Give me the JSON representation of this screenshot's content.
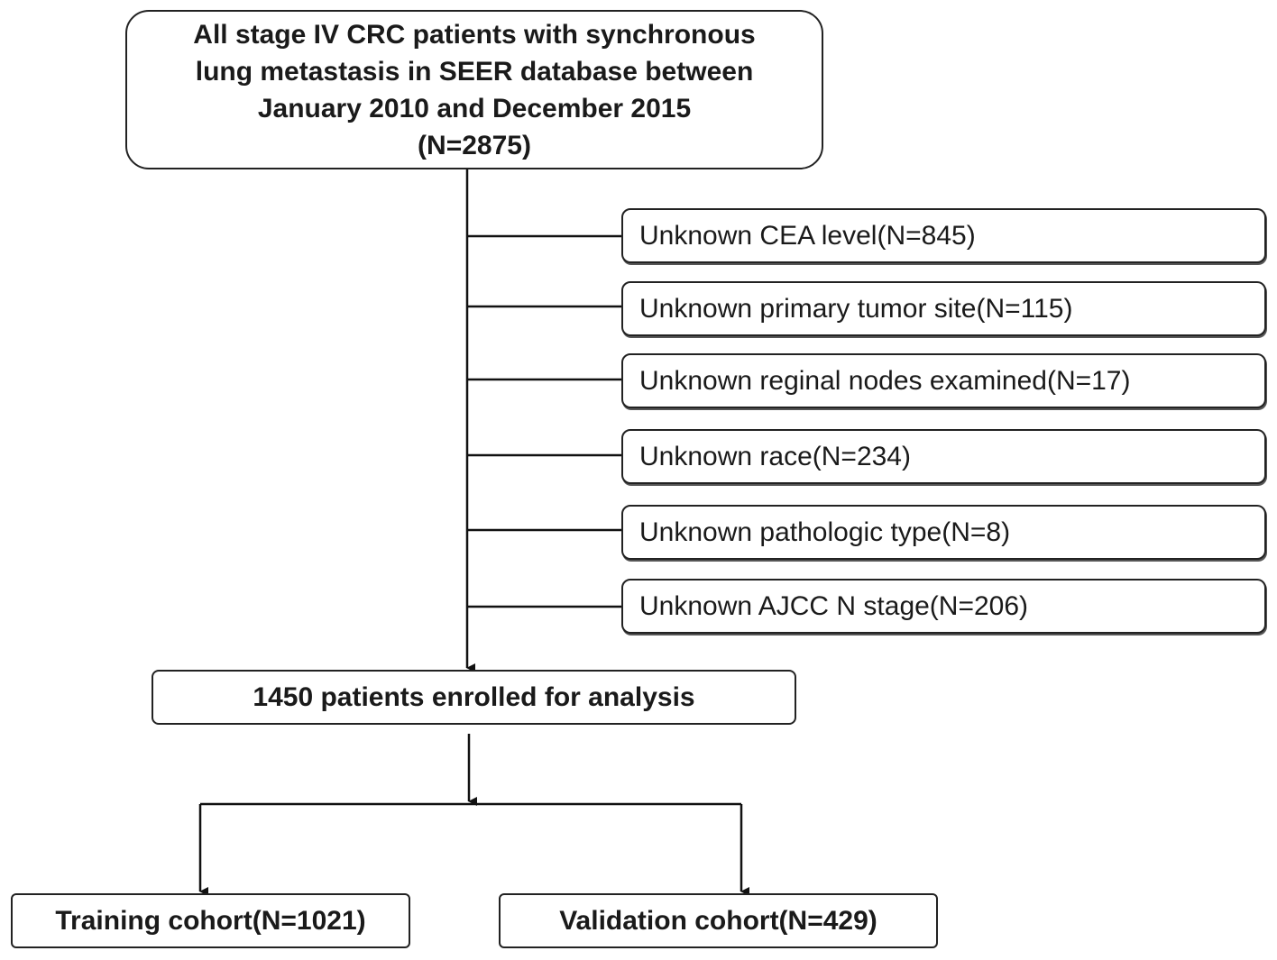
{
  "top_box": {
    "line1": "All stage IV CRC patients with synchronous",
    "line2": "lung metastasis in SEER database between",
    "line3": "January 2010 and December 2015",
    "line4": "(N=2875)"
  },
  "exclusions": [
    "Unknown CEA level(N=845)",
    "Unknown primary tumor site(N=115)",
    "Unknown reginal nodes examined(N=17)",
    "Unknown race(N=234)",
    "Unknown pathologic type(N=8)",
    "Unknown AJCC N stage(N=206)"
  ],
  "enrolled": "1450 patients enrolled for analysis",
  "training": "Training cohort(N=1021)",
  "validation": "Validation cohort(N=429)"
}
